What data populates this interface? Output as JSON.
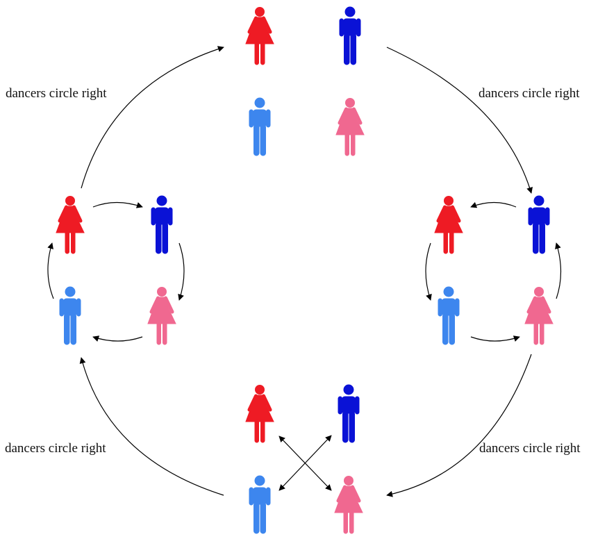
{
  "labels": {
    "top_left": "dancers circle right",
    "top_right": "dancers circle right",
    "bottom_left": "dancers circle right",
    "bottom_right": "dancers circle right"
  },
  "colors": {
    "woman_1": "#ee1b24",
    "man_1": "#0a12d6",
    "man_2": "#3d86ee",
    "woman_2": "#f06890",
    "arrow": "#000000"
  },
  "formations": [
    {
      "name": "top",
      "icons": [
        "woman-1-icon",
        "man-1-icon",
        "man-2-icon",
        "woman-2-icon"
      ],
      "move": "none"
    },
    {
      "name": "left",
      "icons": [
        "woman-1-icon",
        "man-1-icon",
        "man-2-icon",
        "woman-2-icon"
      ],
      "move": "circle-clockwise"
    },
    {
      "name": "right",
      "icons": [
        "woman-1-icon",
        "man-1-icon",
        "man-2-icon",
        "woman-2-icon"
      ],
      "move": "circle-counterclockwise"
    },
    {
      "name": "bottom",
      "icons": [
        "woman-1-icon",
        "man-1-icon",
        "man-2-icon",
        "woman-2-icon"
      ],
      "move": "diagonal-swap"
    }
  ]
}
